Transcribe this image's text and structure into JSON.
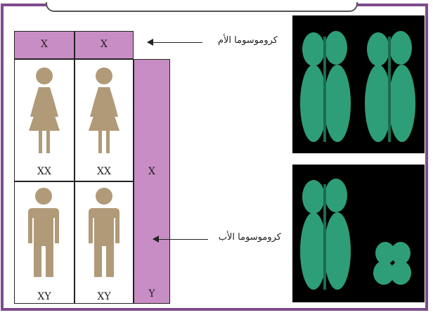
{
  "mother_chromosomes": [
    "X",
    "X"
  ],
  "father_chromosomes": [
    "X",
    "Y"
  ],
  "offspring": {
    "female_row": [
      "XX",
      "XX"
    ],
    "male_row": [
      "XY",
      "XY"
    ]
  },
  "labels": {
    "mother": "كروموسوما الأم",
    "father": "كروموسوما الأب"
  },
  "colors": {
    "frame": "#7e4a8c",
    "pink_cells": "#c98dc6",
    "figures": "#b09a78",
    "chromosomes": "#2e9e78"
  }
}
